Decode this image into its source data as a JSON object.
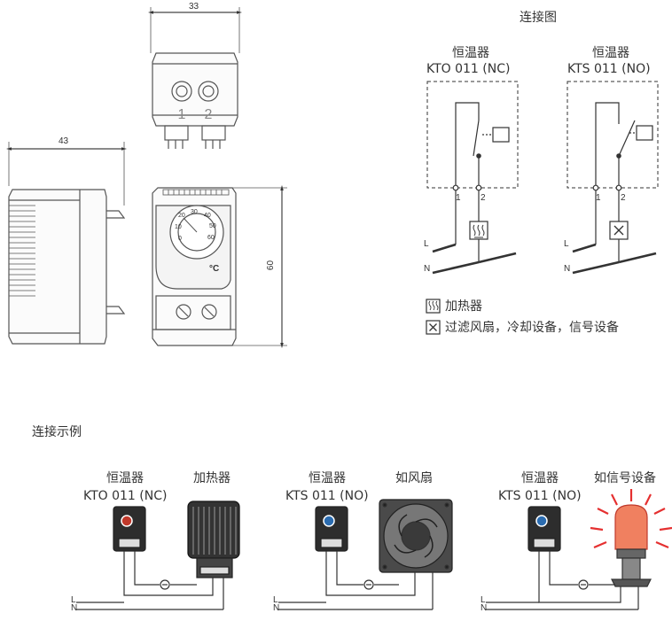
{
  "dimensions": {
    "width_mm": "33",
    "depth_mm": "43",
    "height_mm": "60"
  },
  "front_terminals": [
    "1",
    "2"
  ],
  "dial": {
    "scale": [
      "20",
      "30",
      "40",
      "50",
      "60",
      "10",
      "0"
    ],
    "unit": "°C"
  },
  "wiring_diagram": {
    "title": "连接图",
    "kto": {
      "name": "恒温器",
      "model": "KTO 011 (NC)"
    },
    "kts": {
      "name": "恒温器",
      "model": "KTS 011 (NO)"
    },
    "terminal_1": "1",
    "terminal_2": "2",
    "line_L": "L",
    "line_N": "N",
    "legend": [
      {
        "icon": "heater-symbol-icon",
        "label": "加热器"
      },
      {
        "icon": "fan-symbol-icon",
        "label": "过滤风扇，冷却设备，信号设备"
      }
    ]
  },
  "examples": {
    "title": "连接示例",
    "items": [
      {
        "device_name": "恒温器",
        "device_model": "KTO 011 (NC)",
        "load": "加热器",
        "line_L": "L",
        "line_N": "N"
      },
      {
        "device_name": "恒温器",
        "device_model": "KTS 011 (NO)",
        "load": "如风扇",
        "line_L": "L",
        "line_N": "N"
      },
      {
        "device_name": "恒温器",
        "device_model": "KTS 011 (NO)",
        "load": "如信号设备",
        "line_L": "L",
        "line_N": "N"
      }
    ]
  },
  "colors": {
    "line": "#333333",
    "kto_knob": "#c0392b",
    "kts_knob": "#2b6cb0",
    "beacon": "#e53030"
  }
}
